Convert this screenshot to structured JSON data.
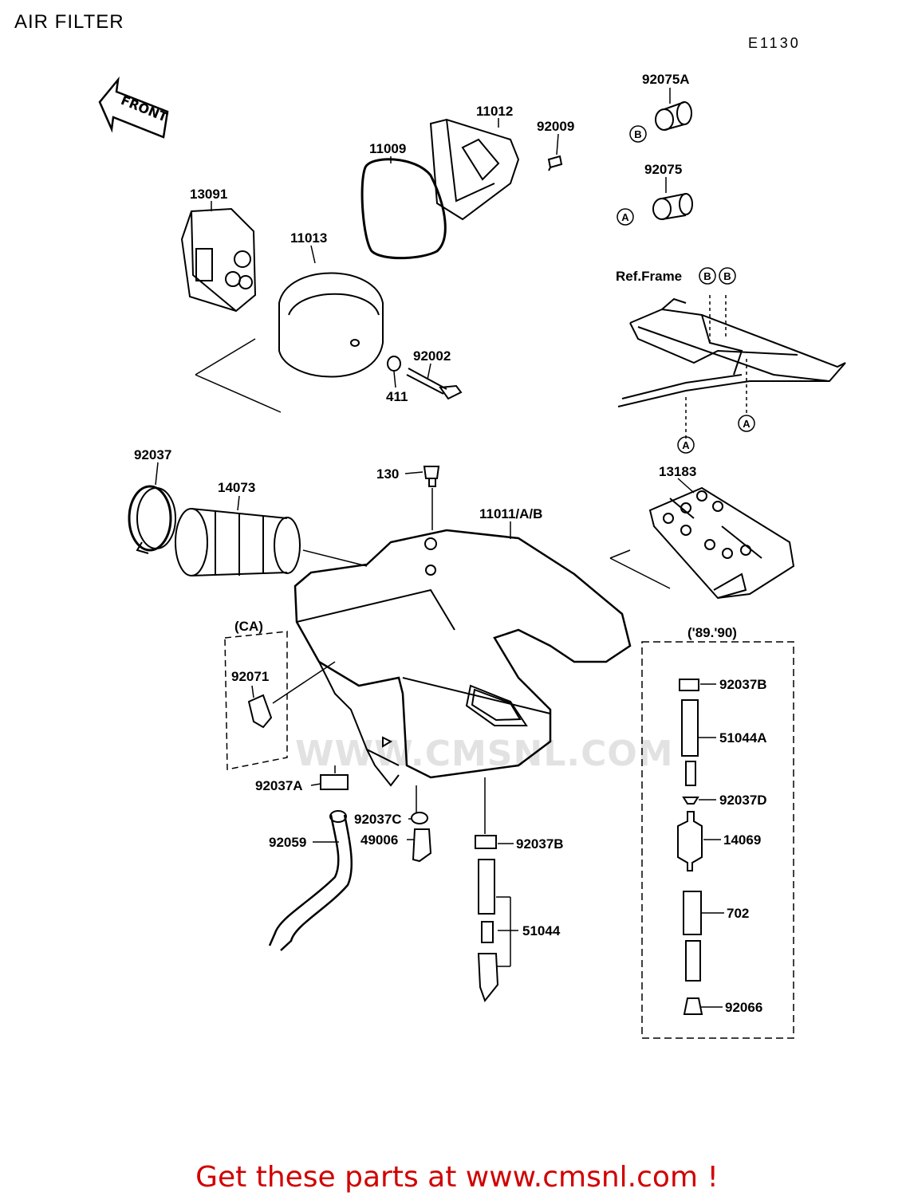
{
  "title": "AIR FILTER",
  "figure_code": "E1130",
  "watermark": "WWW.CMSNL.COM",
  "front_arrow": "FRONT",
  "ref_frame_label": "Ref.Frame",
  "markers": {
    "a": "A",
    "b": "B"
  },
  "ca_label": "(CA)",
  "years_label": "('89.'90)",
  "parts": [
    "92075A",
    "92075",
    "11012",
    "92009",
    "11009",
    "13091",
    "11013",
    "92002",
    "411",
    "92037",
    "14073",
    "130",
    "11011/A/B",
    "13183",
    "92071",
    "92037A",
    "92037C",
    "49006",
    "92059",
    "92037B",
    "51044",
    "92037B",
    "51044A",
    "92037D",
    "14069",
    "702",
    "92066"
  ],
  "promo": "Get these parts at www.cmsnl.com !"
}
